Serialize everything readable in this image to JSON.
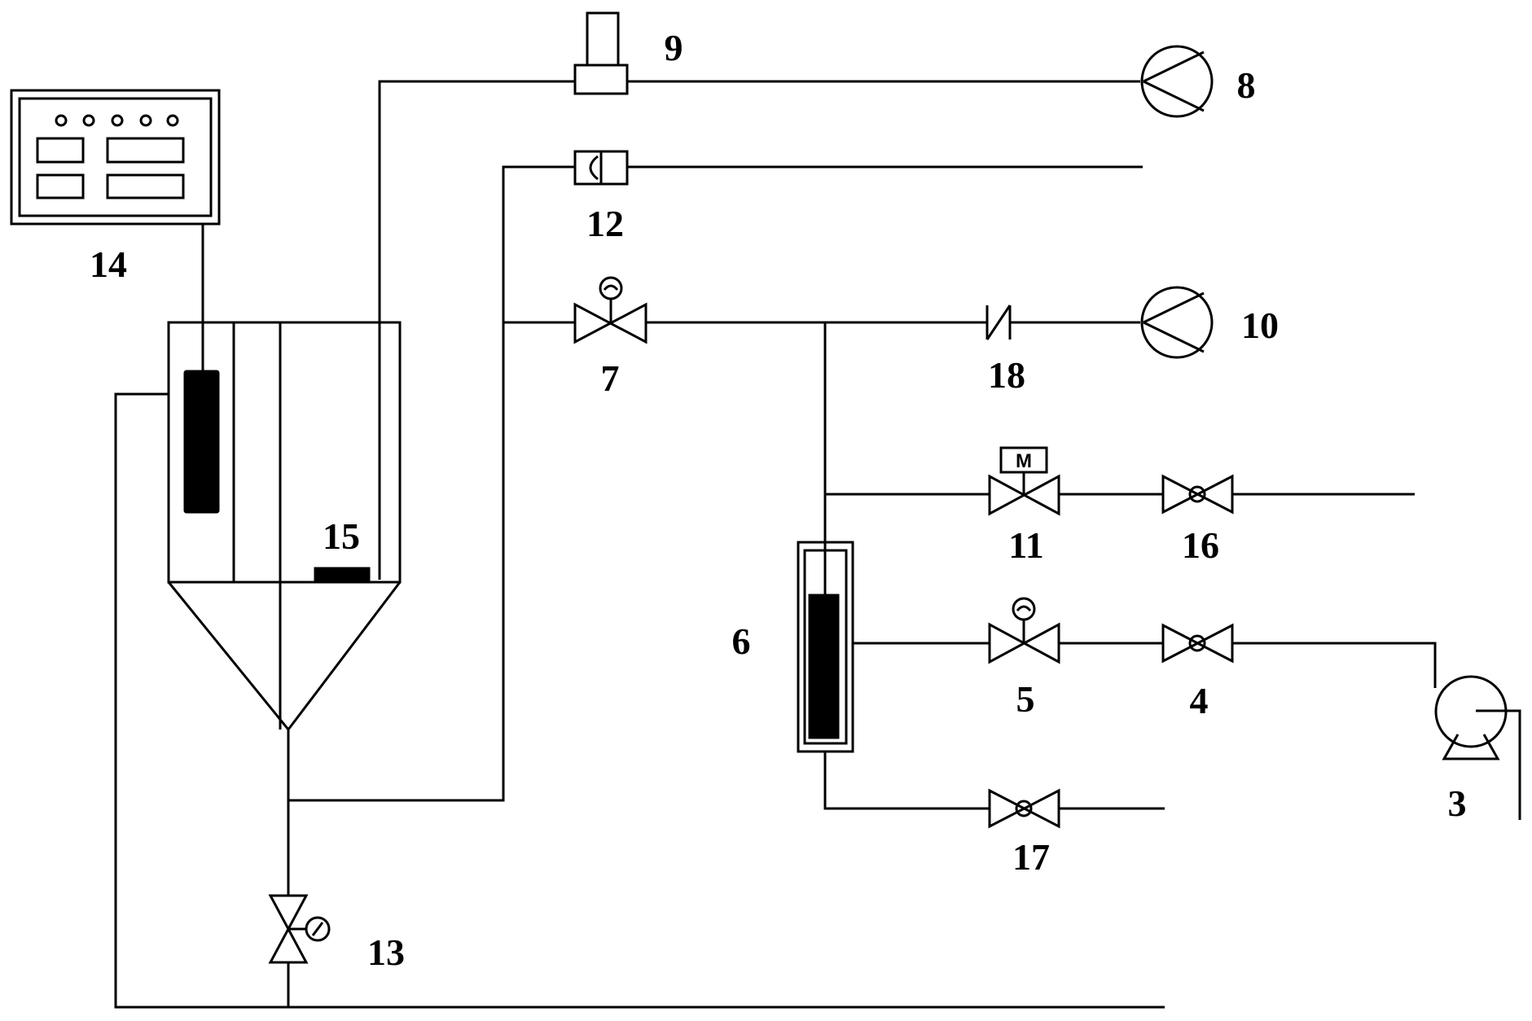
{
  "labels": {
    "l3": "3",
    "l4": "4",
    "l5": "5",
    "l6": "6",
    "l7": "7",
    "l8": "8",
    "l9": "9",
    "l10": "10",
    "l11": "11",
    "l12": "12",
    "l13": "13",
    "l14": "14",
    "l15": "15",
    "l16": "16",
    "l17": "17",
    "l18": "18"
  },
  "valve_actuator_text": "M"
}
